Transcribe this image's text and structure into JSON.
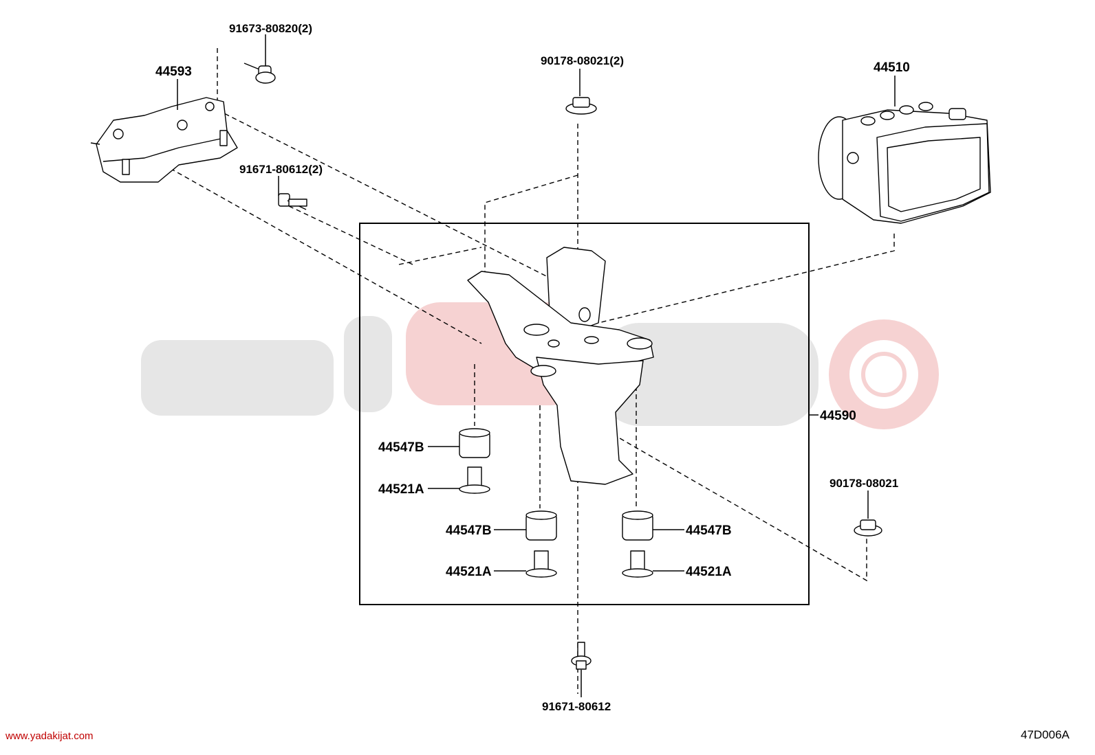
{
  "diagram": {
    "code": "47D006A",
    "website": "www.yadakijat.com",
    "labels": {
      "bolt_top": "91673-80820(2)",
      "bracket_left": "44593",
      "nut_top_center": "90178-08021(2)",
      "bolt_mid": "91671-80612(2)",
      "actuator": "44510",
      "bracket_main": "44590",
      "nut_right": "90178-08021",
      "cushion_upper_left": "44547B",
      "collar_upper_left": "44521A",
      "cushion_lower_center": "44547B",
      "collar_lower_center": "44521A",
      "cushion_lower_right": "44547B",
      "collar_lower_right": "44521A",
      "bolt_bottom": "91671-80612"
    }
  },
  "colors": {
    "line": "#000000",
    "watermark_grey": "#e6e6e6",
    "watermark_red": "#f6d2d2",
    "website": "#c00000"
  }
}
